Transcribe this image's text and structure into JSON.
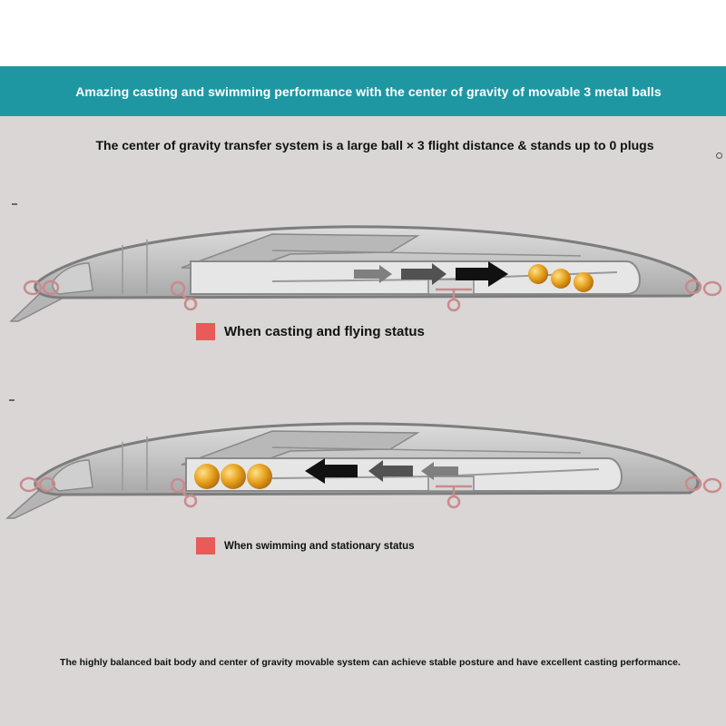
{
  "banner": {
    "title": "Amazing casting and swimming performance with the center of gravity of movable 3 metal balls"
  },
  "subtitle": "The center of gravity transfer system is a large ball × 3 flight distance & stands up to 0 plugs",
  "states": [
    {
      "label": "When casting and flying status",
      "balls_position": "tail",
      "arrow_direction": "right"
    },
    {
      "label": "When swimming and stationary status",
      "balls_position": "head",
      "arrow_direction": "left"
    }
  ],
  "footer": "The highly balanced bait body and center of gravity movable system can achieve stable posture and have excellent casting performance.",
  "colors": {
    "banner": "#1f97a3",
    "background": "#d9d6d5",
    "marker": "#e85b58",
    "ball": "#e6a21e",
    "ring": "#c98a8c"
  }
}
